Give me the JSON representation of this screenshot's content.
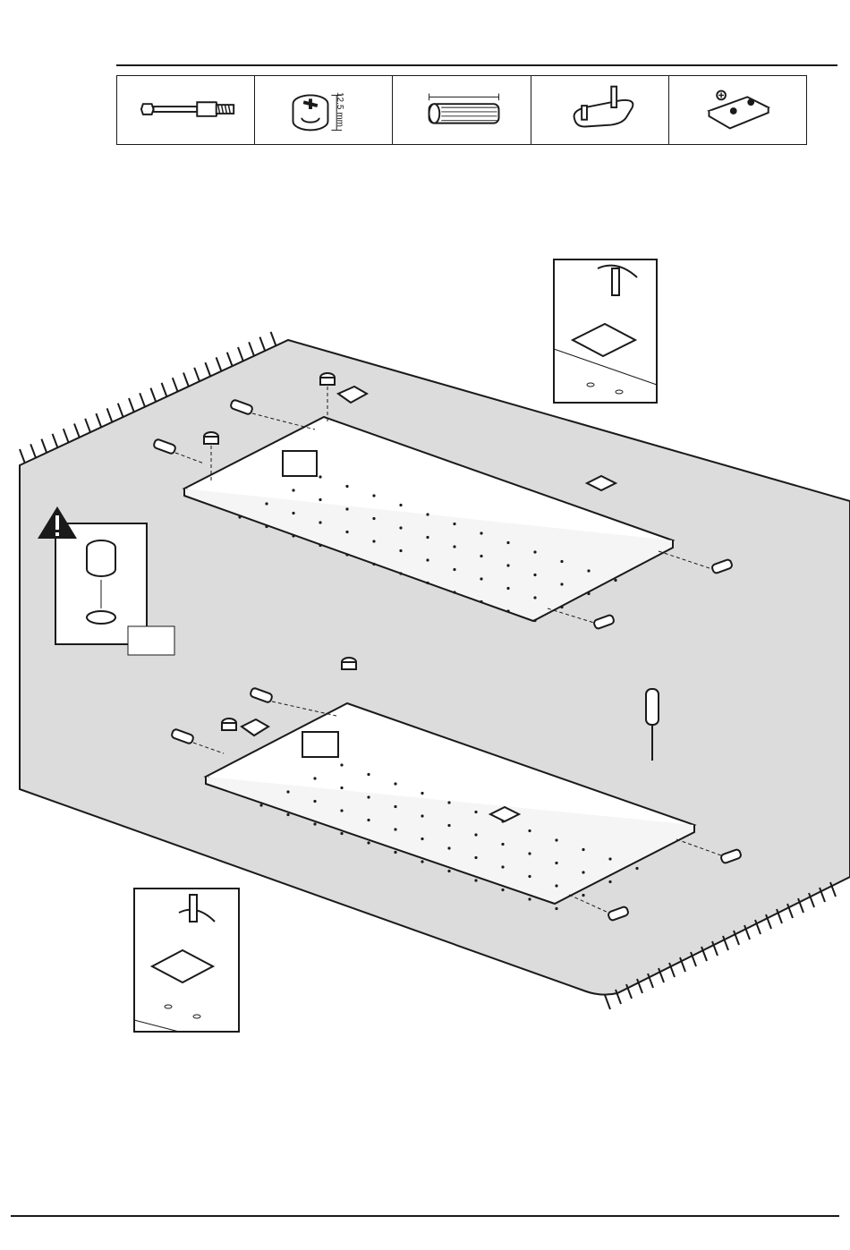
{
  "parts": [
    {
      "id": "connecting-bolt",
      "icon": "bolt-icon"
    },
    {
      "id": "cam-lock",
      "icon": "cam-lock-icon",
      "dimension": "12.5 mm"
    },
    {
      "id": "wooden-dowel",
      "icon": "dowel-icon"
    },
    {
      "id": "hinge-plate-mount",
      "icon": "mounting-plate-icon"
    },
    {
      "id": "hinge-plate",
      "icon": "hinge-plate-icon"
    }
  ],
  "labels": {
    "panel_1": "",
    "panel_2": "",
    "warning_box": ""
  },
  "colors": {
    "rug": "#dcdcdc",
    "panel": "#ffffff",
    "line": "#1a1a1a"
  }
}
